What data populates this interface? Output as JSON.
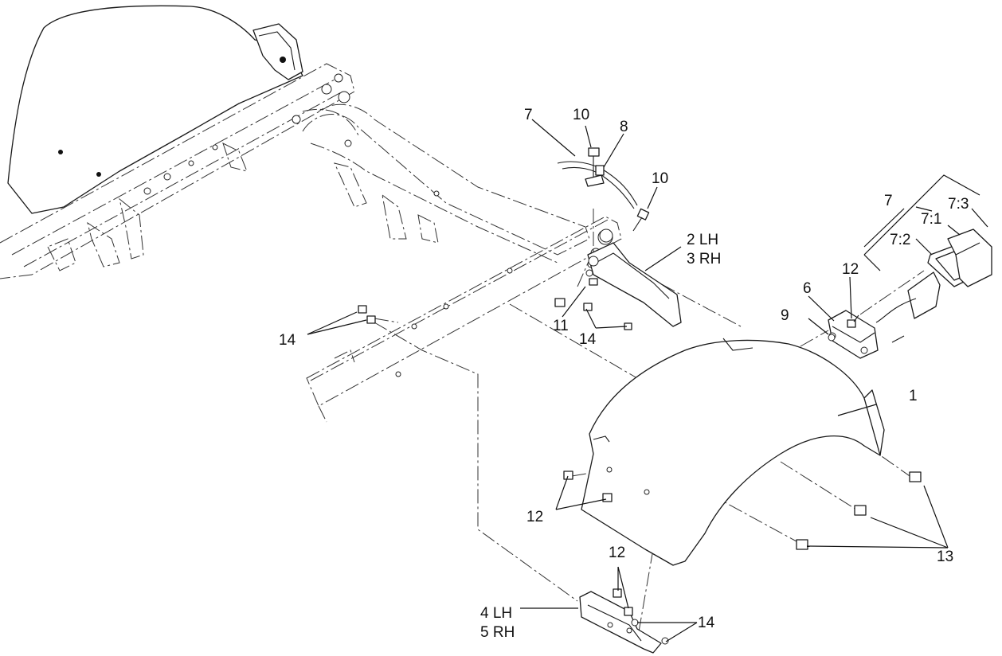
{
  "callouts": {
    "c1": "1",
    "c2": "2 LH",
    "c3": "3 RH",
    "c4": "4 LH",
    "c5": "5 RH",
    "c6": "6",
    "c7_wire": "7",
    "c7_kit": "7",
    "c7_1": "7:1",
    "c7_2": "7:2",
    "c7_3": "7:3",
    "c8": "8",
    "c9": "9",
    "c10_top": "10",
    "c10_mid": "10",
    "c11": "11",
    "c12_light": "12",
    "c12_fender": "12",
    "c12_bracket": "12",
    "c13": "13",
    "c14_left": "14",
    "c14_mid": "14",
    "c14_bottom": "14"
  },
  "colors": {
    "line": "#1a1a1a",
    "background": "#ffffff"
  }
}
